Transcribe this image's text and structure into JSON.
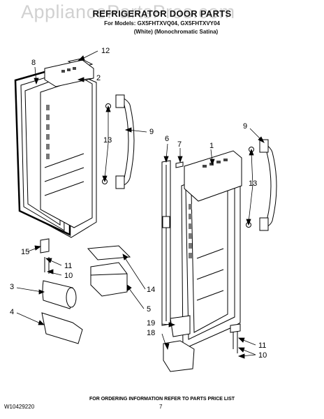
{
  "watermark": "AppliancePartsPros.com",
  "header": {
    "title": "REFRIGERATOR DOOR PARTS",
    "models": "For Models: GX5FHTXVQ04, GX5FHTXVY04",
    "colors": "(White)   (Monochromatic Satina)"
  },
  "callouts": [
    "12",
    "8",
    "2",
    "9",
    "13",
    "6",
    "7",
    "1",
    "9",
    "13",
    "15",
    "11",
    "10",
    "14",
    "3",
    "5",
    "4",
    "19",
    "18",
    "11",
    "10"
  ],
  "footer": {
    "ordering_note": "FOR ORDERING INFORMATION REFER TO PARTS PRICE LIST",
    "doc_id": "W10429220",
    "page": "7"
  }
}
